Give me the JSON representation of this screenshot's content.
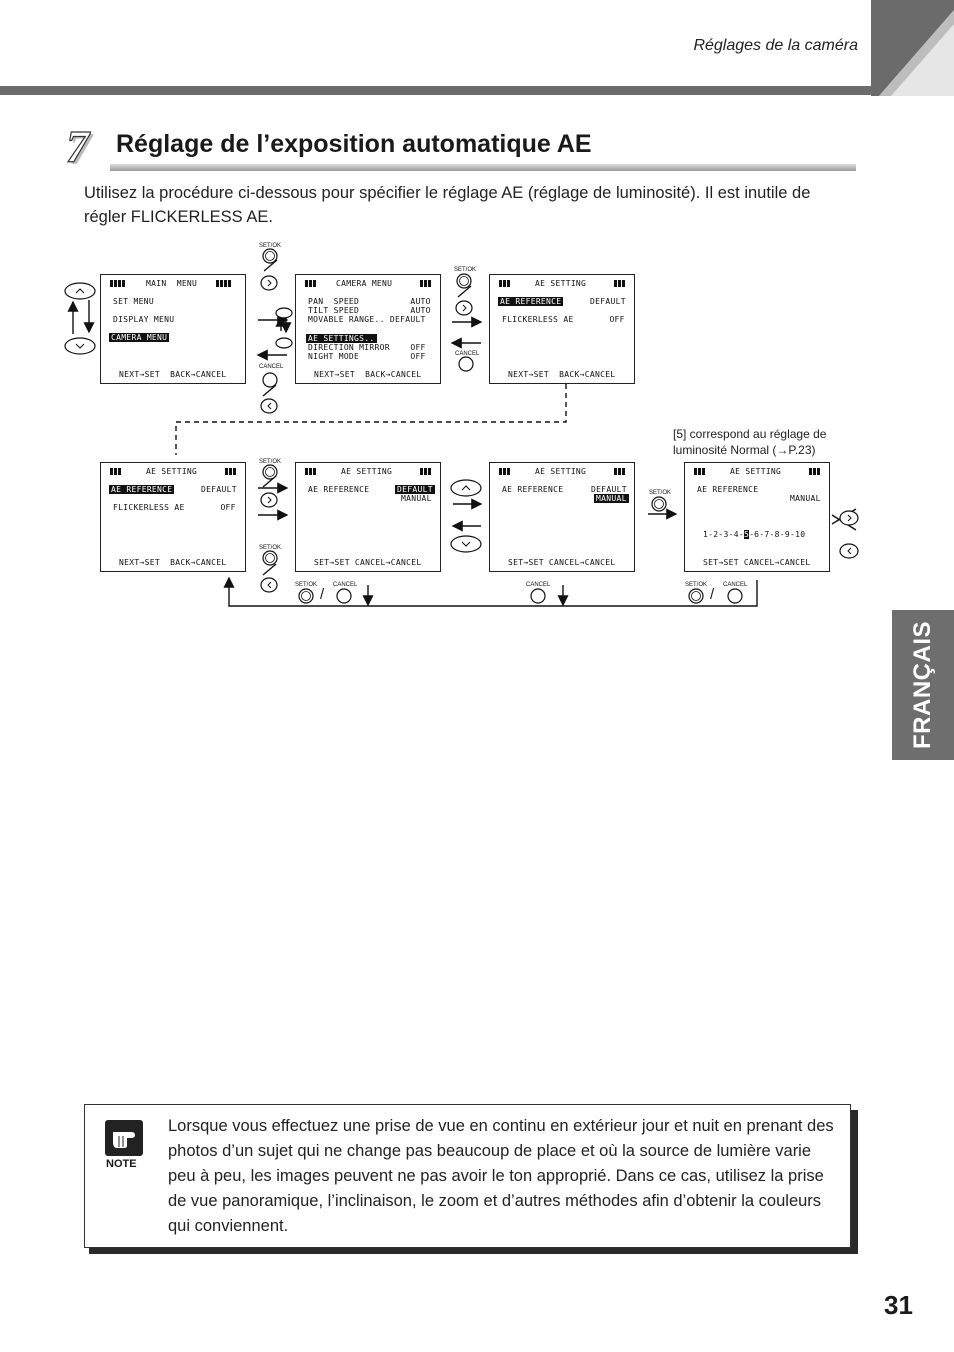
{
  "header": {
    "running_head": "Réglages de la caméra"
  },
  "section": {
    "number": "7",
    "title": "Réglage de l’exposition automatique AE",
    "intro": "Utilisez la procédure ci-dessous pour spécifier le réglage AE (réglage de luminosité). Il est inutile de régler FLICKERLESS AE."
  },
  "buttons": {
    "set_ok": "SET/OK",
    "cancel": "CANCEL",
    "slash": "/"
  },
  "screens": [
    {
      "title": "MAIN  MENU",
      "lines": [
        "SET MENU",
        "DISPLAY MENU"
      ],
      "highlight": "CAMERA MENU",
      "footer": "NEXT→SET  BACK→CANCEL"
    },
    {
      "title": "CAMERA MENU",
      "lines": [
        "PAN  SPEED          AUTO",
        "TILT SPEED          AUTO",
        "MOVABLE RANGE.. DEFAULT"
      ],
      "highlight": "AE SETTINGS..",
      "lines2": [
        "DIRECTION MIRROR    OFF",
        "NIGHT MODE          OFF"
      ],
      "footer": "NEXT→SET  BACK→CANCEL"
    },
    {
      "title": "AE SETTING",
      "highlight": "AE REFERENCE",
      "hl_value": "DEFAULT",
      "line": "FLICKERLESS AE       OFF",
      "footer": "NEXT→SET  BACK→CANCEL"
    },
    {
      "title": "AE SETTING",
      "highlight": "AE REFERENCE",
      "hl_value": "DEFAULT",
      "line": "FLICKERLESS AE       OFF",
      "footer": "NEXT→SET  BACK→CANCEL"
    },
    {
      "title": "AE SETTING",
      "line": "AE REFERENCE",
      "value_hl": "DEFAULT",
      "value2": "MANUAL",
      "footer": "SET→SET CANCEL→CANCEL"
    },
    {
      "title": "AE SETTING",
      "line": "AE REFERENCE",
      "value": "DEFAULT",
      "value2_hl": "MANUAL",
      "footer": "SET→SET CANCEL→CANCEL"
    },
    {
      "title": "AE SETTING",
      "line": "AE REFERENCE",
      "value2": "MANUAL",
      "scale_before": "1-2-3-4-",
      "scale_hl": "5",
      "scale_after": "-6-7-8-9-10",
      "footer": "SET→SET CANCEL→CANCEL"
    }
  ],
  "side_note": "[5] correspond au réglage de luminosité Normal (→P.23)",
  "side_tab": "FRANÇAIS",
  "note": {
    "label": "NOTE",
    "text": "Lorsque vous effectuez une prise de vue en continu en extérieur jour et nuit en prenant des photos d’un sujet qui ne change pas beaucoup de place et où la source de lumière varie peu à peu, les images peuvent ne pas avoir le ton approprié. Dans ce cas, utilisez la prise de vue panoramique, l’inclinaison, le zoom et d’autres méthodes afin d’obtenir la couleurs qui conviennent."
  },
  "page_number": "31"
}
